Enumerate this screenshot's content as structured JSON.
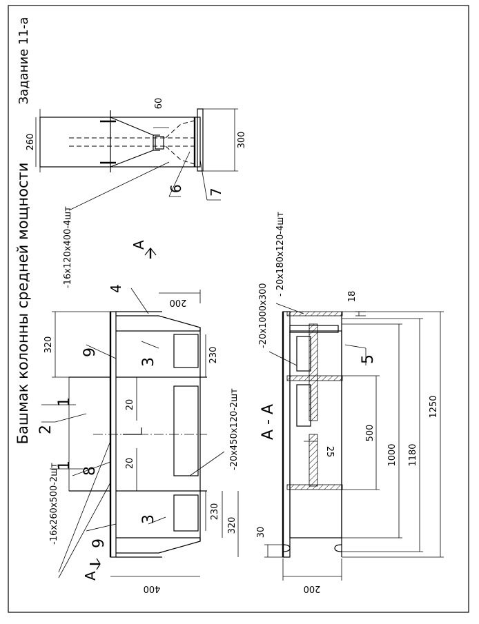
{
  "drawing": {
    "title": "Башмак колонны средней мощности",
    "task": "Задание 11-а",
    "section_label": "А - А",
    "section_mark_top": "А",
    "section_mark_bottom": "А",
    "items": {
      "i1a": "1",
      "i1b": "1",
      "i2": "2",
      "i3a": "3",
      "i3b": "3",
      "i4": "4",
      "i5": "5",
      "i6": "6",
      "i7": "7",
      "i8": "8",
      "i9a": "9",
      "i9b": "9"
    },
    "specs": {
      "s16x260": "-16x260x500-2шт",
      "s20x450": "-20x450x120-2шт",
      "s16x120": "-16x120x400-4шт",
      "s20x1000": "-20x1000x300",
      "s20x180": "- 20x180x120-4шт"
    },
    "dims": {
      "d400": "400",
      "d320a": "320",
      "d230a": "230",
      "d20a": "20",
      "d20b": "20",
      "d230b": "230",
      "d320b": "320",
      "d200a": "200",
      "d260": "260",
      "d60": "60",
      "d300": "300",
      "d30": "30",
      "d200b": "200",
      "d25": "25",
      "d500": "500",
      "d1000": "1000",
      "d1180": "1180",
      "d1250": "1250",
      "d18": "18"
    }
  }
}
